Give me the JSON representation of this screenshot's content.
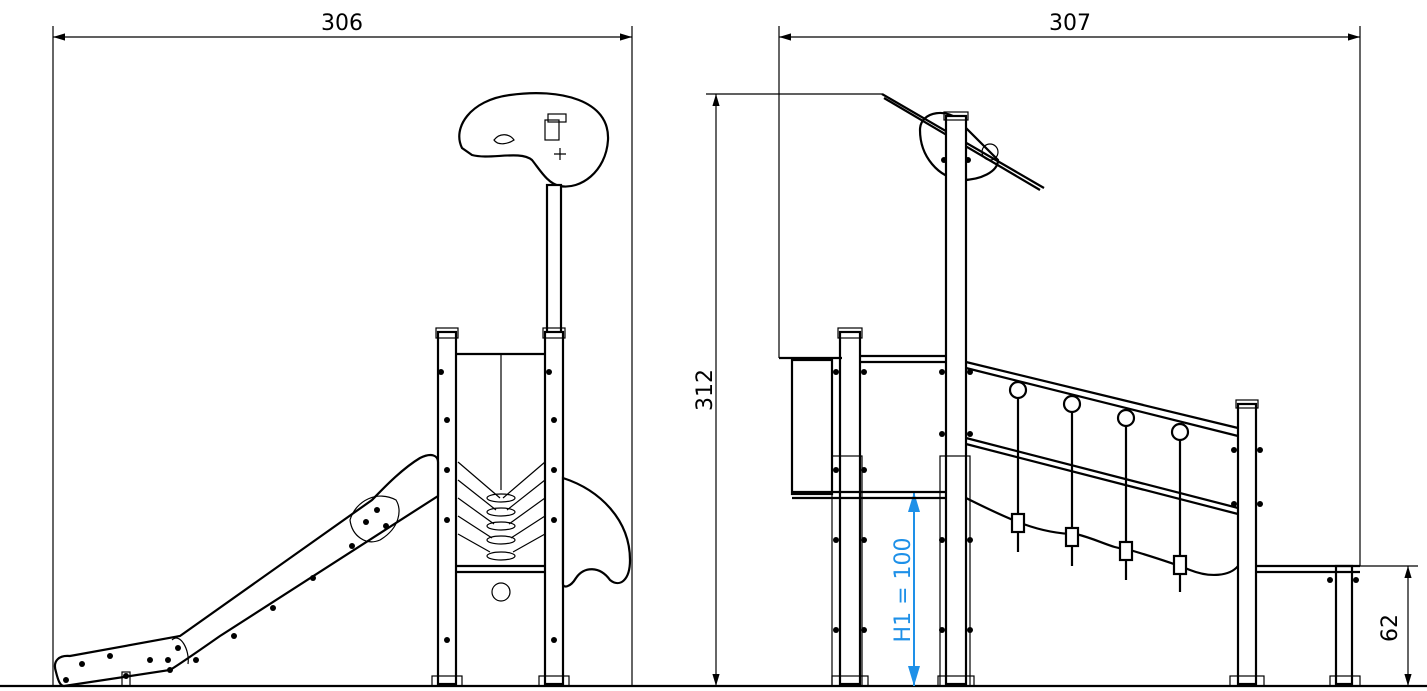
{
  "drawing": {
    "left_view": {
      "width_dimension": "306"
    },
    "right_view": {
      "width_dimension": "307",
      "height_dimension": "312",
      "platform_height_label": "H1 = 100",
      "step_height_dimension": "62"
    }
  },
  "colors": {
    "line": "#000000",
    "highlight_dimension": "#1e90e8"
  }
}
